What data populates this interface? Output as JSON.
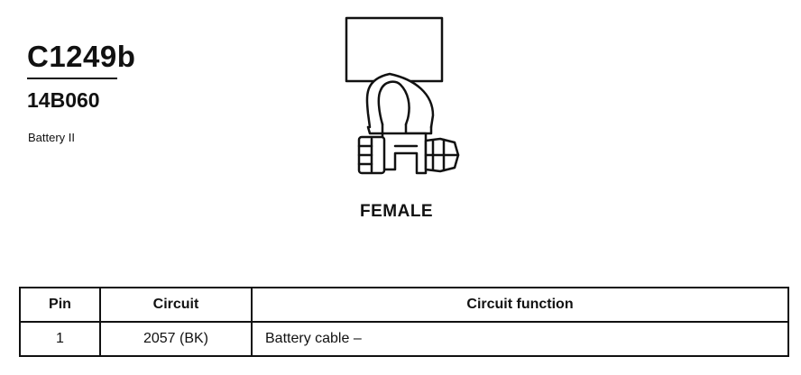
{
  "header": {
    "connector_id": "C1249b",
    "part_number": "14B060",
    "description": "Battery II"
  },
  "drawing": {
    "icon": "battery-terminal-clamp-icon",
    "gender_label": "FEMALE"
  },
  "pinout_table": {
    "columns": [
      "Pin",
      "Circuit",
      "Circuit function"
    ],
    "rows": [
      {
        "pin": "1",
        "circuit": "2057 (BK)",
        "function": "Battery cable –"
      }
    ]
  }
}
